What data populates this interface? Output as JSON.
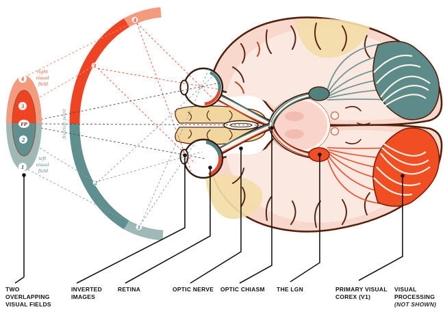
{
  "visual_fields_panel": {
    "right_field_label_lines": [
      "right",
      "visual",
      "field"
    ],
    "left_field_label_lines": [
      "left",
      "visual",
      "field"
    ],
    "fixation_point_label": "fixation point",
    "field_markers": [
      "4",
      "3",
      "FP",
      "2",
      "1"
    ]
  },
  "field_arc": {
    "arc_markers": [
      "4",
      "3",
      "2",
      "1"
    ]
  },
  "callouts": [
    {
      "id": "two-overlapping-visual-fields",
      "lines": [
        "TWO",
        "OVERLAPPING",
        "VISUAL FIELDS"
      ]
    },
    {
      "id": "inverted-images",
      "lines": [
        "INVERTED",
        "IMAGES"
      ]
    },
    {
      "id": "retina",
      "lines": [
        "RETINA"
      ]
    },
    {
      "id": "optic-nerve",
      "lines": [
        "OPTIC NERVE"
      ]
    },
    {
      "id": "optic-chiasm",
      "lines": [
        "OPTIC CHIASM"
      ]
    },
    {
      "id": "the-lgn",
      "lines": [
        "THE LGN"
      ]
    },
    {
      "id": "primary-visual-corex-v1",
      "lines": [
        "PRIMARY VISUAL",
        "COREX (V1)"
      ]
    },
    {
      "id": "visual-processing",
      "lines": [
        "VISUAL",
        "PROCESSING"
      ],
      "note": "(NOT SHOWN)"
    }
  ],
  "colors": {
    "right_field_red": "#EE4424",
    "right_field_light": "#F49B7D",
    "left_field_teal": "#5F8F8E",
    "left_field_light": "#9EB9B6",
    "v1_top_teal": "#5C8B89",
    "v1_bottom_orange": "#F14E23",
    "lgn_top_teal": "#4F827F",
    "lgn_bottom_orange": "#F14E23",
    "cortex_pink": "#F8D8CC",
    "cortex_tan": "#F1D6A0",
    "brain_outline_brown": "#54200E",
    "fixation_line_dark": "#4A4A4A"
  }
}
